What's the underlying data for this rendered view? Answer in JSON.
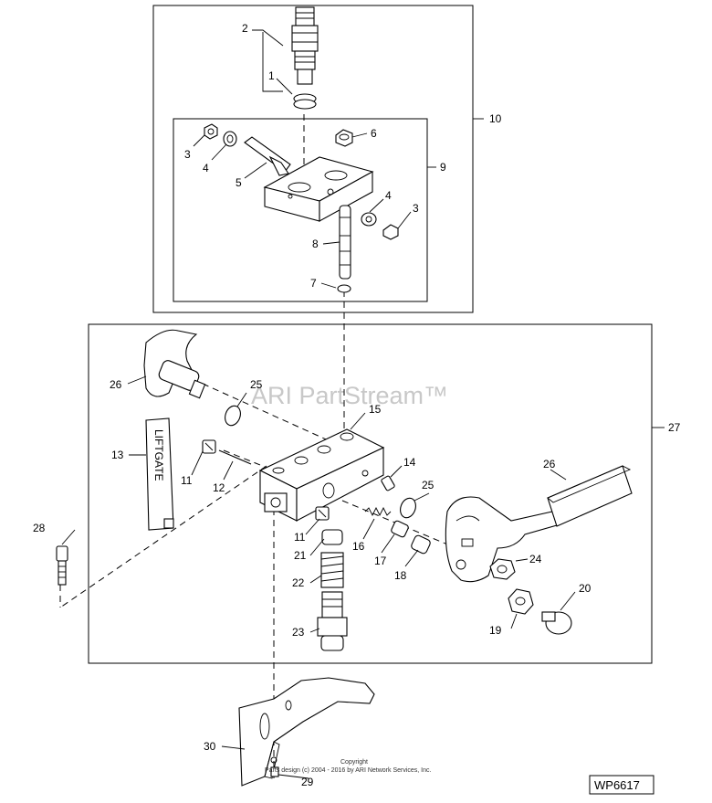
{
  "diagram": {
    "watermark": "ARI PartStream™",
    "copyright_line1": "Copyright",
    "copyright_line2": "Parts design (c) 2004 - 2016 by ARI Network Services, Inc.",
    "diagram_code": "WP6617",
    "callouts": [
      "1",
      "2",
      "3",
      "4",
      "5",
      "6",
      "7",
      "8",
      "9",
      "10",
      "11",
      "12",
      "13",
      "14",
      "15",
      "16",
      "17",
      "18",
      "19",
      "20",
      "21",
      "22",
      "23",
      "24",
      "25",
      "26",
      "27",
      "28",
      "29",
      "30"
    ],
    "handle_label": "LIFTGATE"
  }
}
